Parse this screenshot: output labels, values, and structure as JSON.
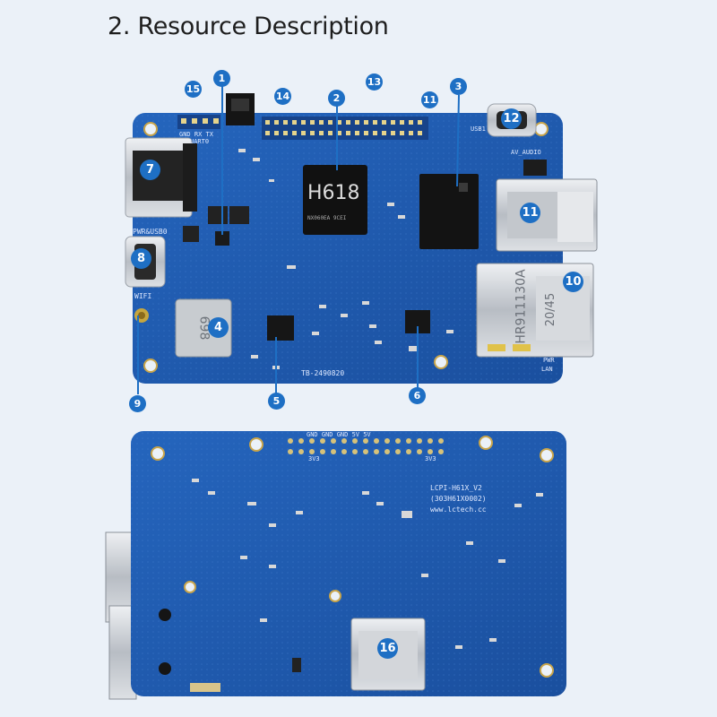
{
  "title": "2. Resource Description",
  "top_board": {
    "chip_main": "H618",
    "chip_sub": "NX060EA  9CEI",
    "labels": {
      "uart": "UART0",
      "uart_pins": "GND RX TX",
      "pwr_usb": "PWR&USB0",
      "wifi": "WIFI",
      "usb1": "USB1",
      "av_audio": "AV_AUDIO",
      "lan": "LAN",
      "pwr": "PWR",
      "serial": "TB-2490820",
      "wifi_module": "698",
      "rj45_text1": "HR911130A",
      "rj45_text2": "20/45"
    }
  },
  "bottom_board": {
    "labels": {
      "model": "LCPI-H61X_V2",
      "model_code": "(303H61X0002)",
      "website": "www.lctech.cc",
      "pin_labels": "GND  GND  GND  5V  5V",
      "pin_3v3_left": "3V3",
      "pin_3v3_right": "3V3"
    }
  },
  "callouts": [
    {
      "id": "callout-1",
      "number": "1"
    },
    {
      "id": "callout-2",
      "number": "2"
    },
    {
      "id": "callout-3",
      "number": "3"
    },
    {
      "id": "callout-4",
      "number": "4"
    },
    {
      "id": "callout-5",
      "number": "5"
    },
    {
      "id": "callout-6",
      "number": "6"
    },
    {
      "id": "callout-7",
      "number": "7"
    },
    {
      "id": "callout-8",
      "number": "8"
    },
    {
      "id": "callout-9",
      "number": "9"
    },
    {
      "id": "callout-10",
      "number": "10"
    },
    {
      "id": "callout-11a",
      "number": "11"
    },
    {
      "id": "callout-11b",
      "number": "11"
    },
    {
      "id": "callout-12",
      "number": "12"
    },
    {
      "id": "callout-13",
      "number": "13"
    },
    {
      "id": "callout-14",
      "number": "14"
    },
    {
      "id": "callout-15",
      "number": "15"
    },
    {
      "id": "callout-16",
      "number": "16"
    }
  ],
  "colors": {
    "background": "#ebf1f8",
    "pcb": "#1f5bb0",
    "callout": "#1e6fc4",
    "chip": "#1a1a1a",
    "metal": "#c8ccd2"
  }
}
